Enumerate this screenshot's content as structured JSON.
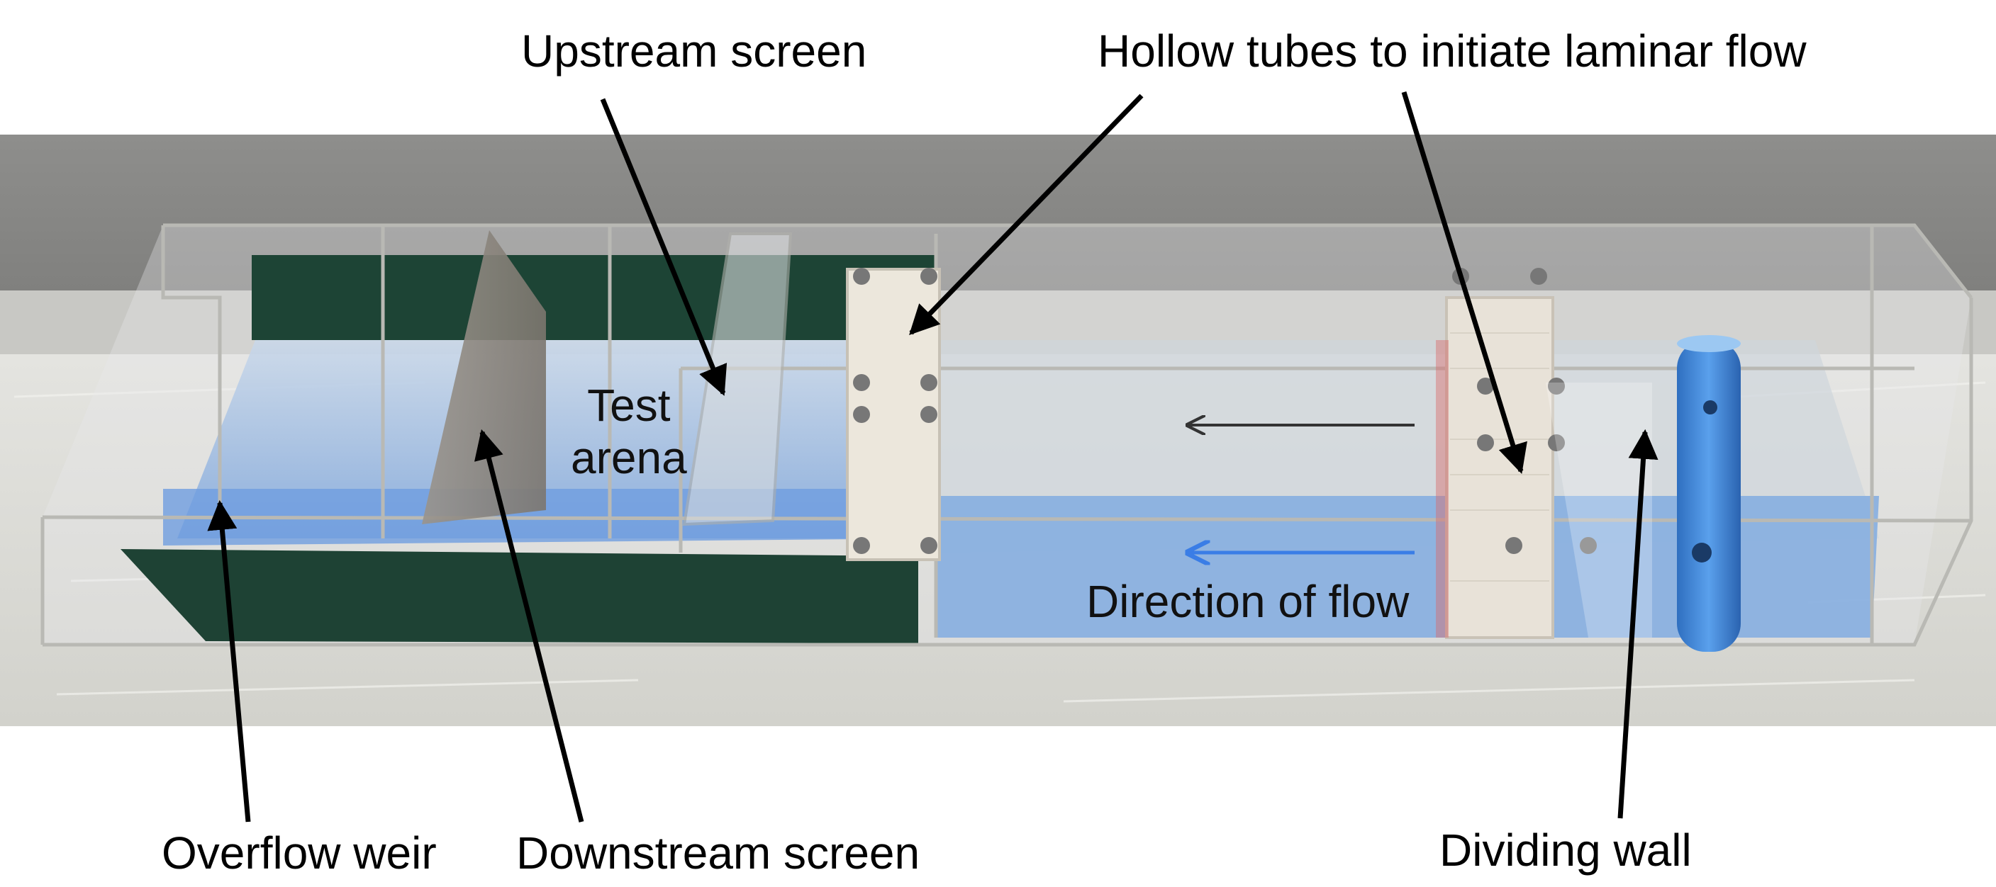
{
  "labels": {
    "upstream_screen": "Upstream screen",
    "hollow_tubes": "Hollow tubes to initiate laminar flow",
    "test_arena_line1": "Test",
    "test_arena_line2": "arena",
    "direction_of_flow": "Direction of flow",
    "overflow_weir": "Overflow weir",
    "downstream_screen": "Downstream screen",
    "dividing_wall": "Dividing wall"
  },
  "colors": {
    "wall": "#8a8a88",
    "floor": "#dcdcd8",
    "water": "#7ea6dc",
    "green_panel": "#1d4435",
    "acrylic_edge": "#c9c9c4",
    "flow_arrow_blue": "#3a7de6",
    "flow_arrow_dark": "#333333",
    "blue_tube": "#3f86d8",
    "annotation_arrow": "#000000"
  },
  "icons": {
    "flow_arrow_dark": "left-arrow-icon",
    "flow_arrow_blue": "left-arrow-icon",
    "annotation": "callout-arrow-icon"
  }
}
